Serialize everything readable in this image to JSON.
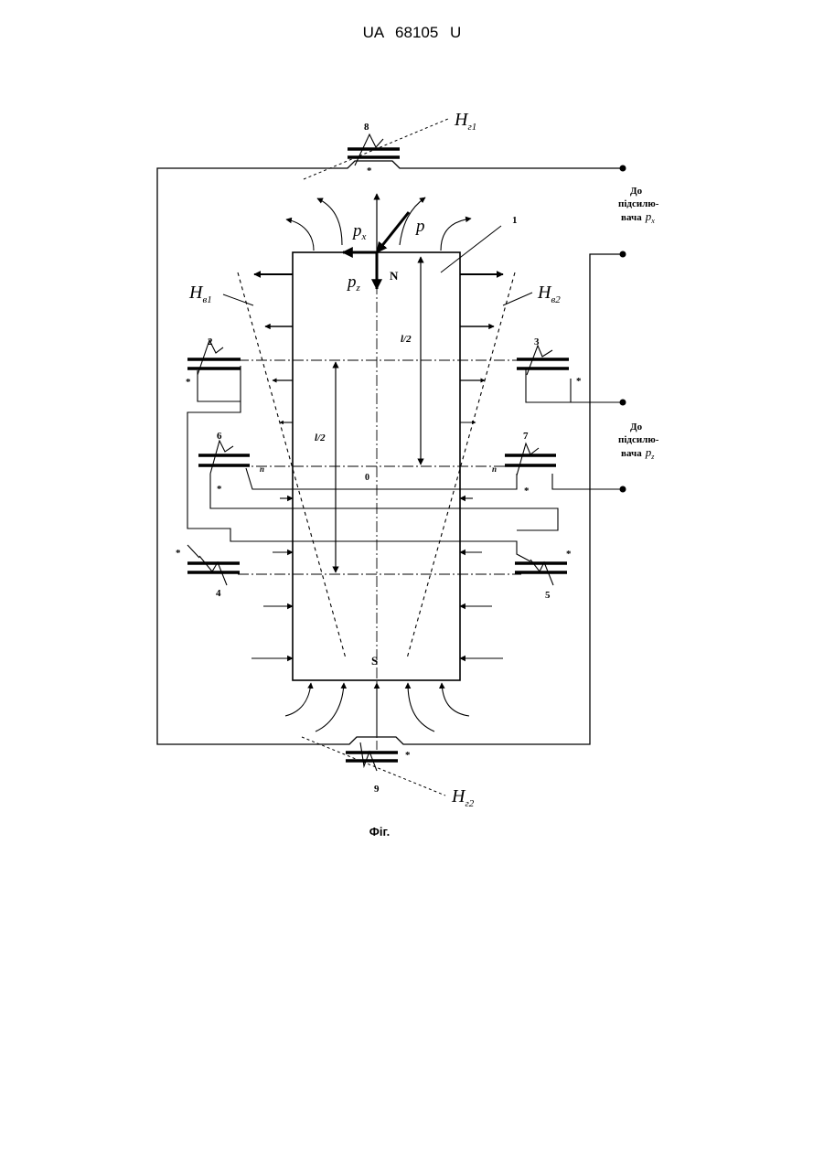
{
  "header": {
    "patent_number": "UA   68105   U"
  },
  "figure": {
    "caption": "Фіг.",
    "labels": {
      "n1": "1",
      "n2": "2",
      "n3": "3",
      "n4": "4",
      "n5": "5",
      "n6": "6",
      "n7": "7",
      "n8": "8",
      "n9": "9",
      "zero": "0",
      "N": "N",
      "S": "S",
      "half_length_top": "l/2",
      "half_length_left": "l/2",
      "n_left": "n",
      "n_right": "n",
      "star": "*"
    },
    "italic_labels": {
      "p": "p",
      "px_base": "p",
      "px_sub": "x",
      "pz_base": "p",
      "pz_sub": "z",
      "H_base": "H",
      "Hr1_sub": "г1",
      "Hr2_sub": "г2",
      "Hv1_sub": "в1",
      "Hv2_sub": "в2"
    },
    "amplifier_x": {
      "line1": "До",
      "line2": "підсилю-",
      "line3": "вача",
      "p": "p",
      "sub": "x"
    },
    "amplifier_z": {
      "line1": "До",
      "line2": "підсилю-",
      "line3": "вача",
      "p": "p",
      "sub": "z"
    }
  }
}
